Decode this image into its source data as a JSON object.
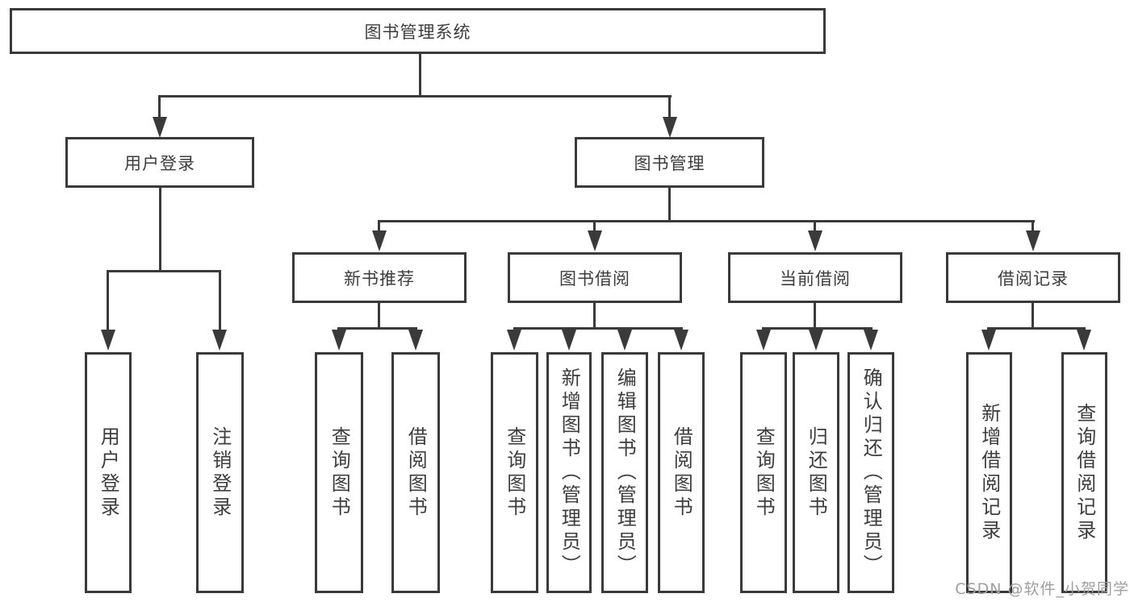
{
  "tree": {
    "root": {
      "label": "图书管理系统"
    },
    "branches": [
      {
        "label": "用户登录",
        "children": [
          "用户登录",
          "注销登录"
        ]
      },
      {
        "label": "图书管理",
        "groups": [
          {
            "label": "新书推荐",
            "children": [
              "查询图书",
              "借阅图书"
            ]
          },
          {
            "label": "图书借阅",
            "children": [
              "查询图书",
              "新增图书（管理员）",
              "编辑图书（管理员）",
              "借阅图书"
            ]
          },
          {
            "label": "当前借阅",
            "children": [
              "查询图书",
              "归还图书",
              "确认归还（管理员）"
            ]
          },
          {
            "label": "借阅记录",
            "children": [
              "新增借阅记录",
              "查询借阅记录"
            ]
          }
        ]
      }
    ]
  },
  "watermark": "CSDN @软件_小贺同学",
  "colors": {
    "line": "#3a3a3a",
    "text": "#3d3d3d",
    "background": "#ffffff",
    "watermark": "#9f9f9f"
  }
}
